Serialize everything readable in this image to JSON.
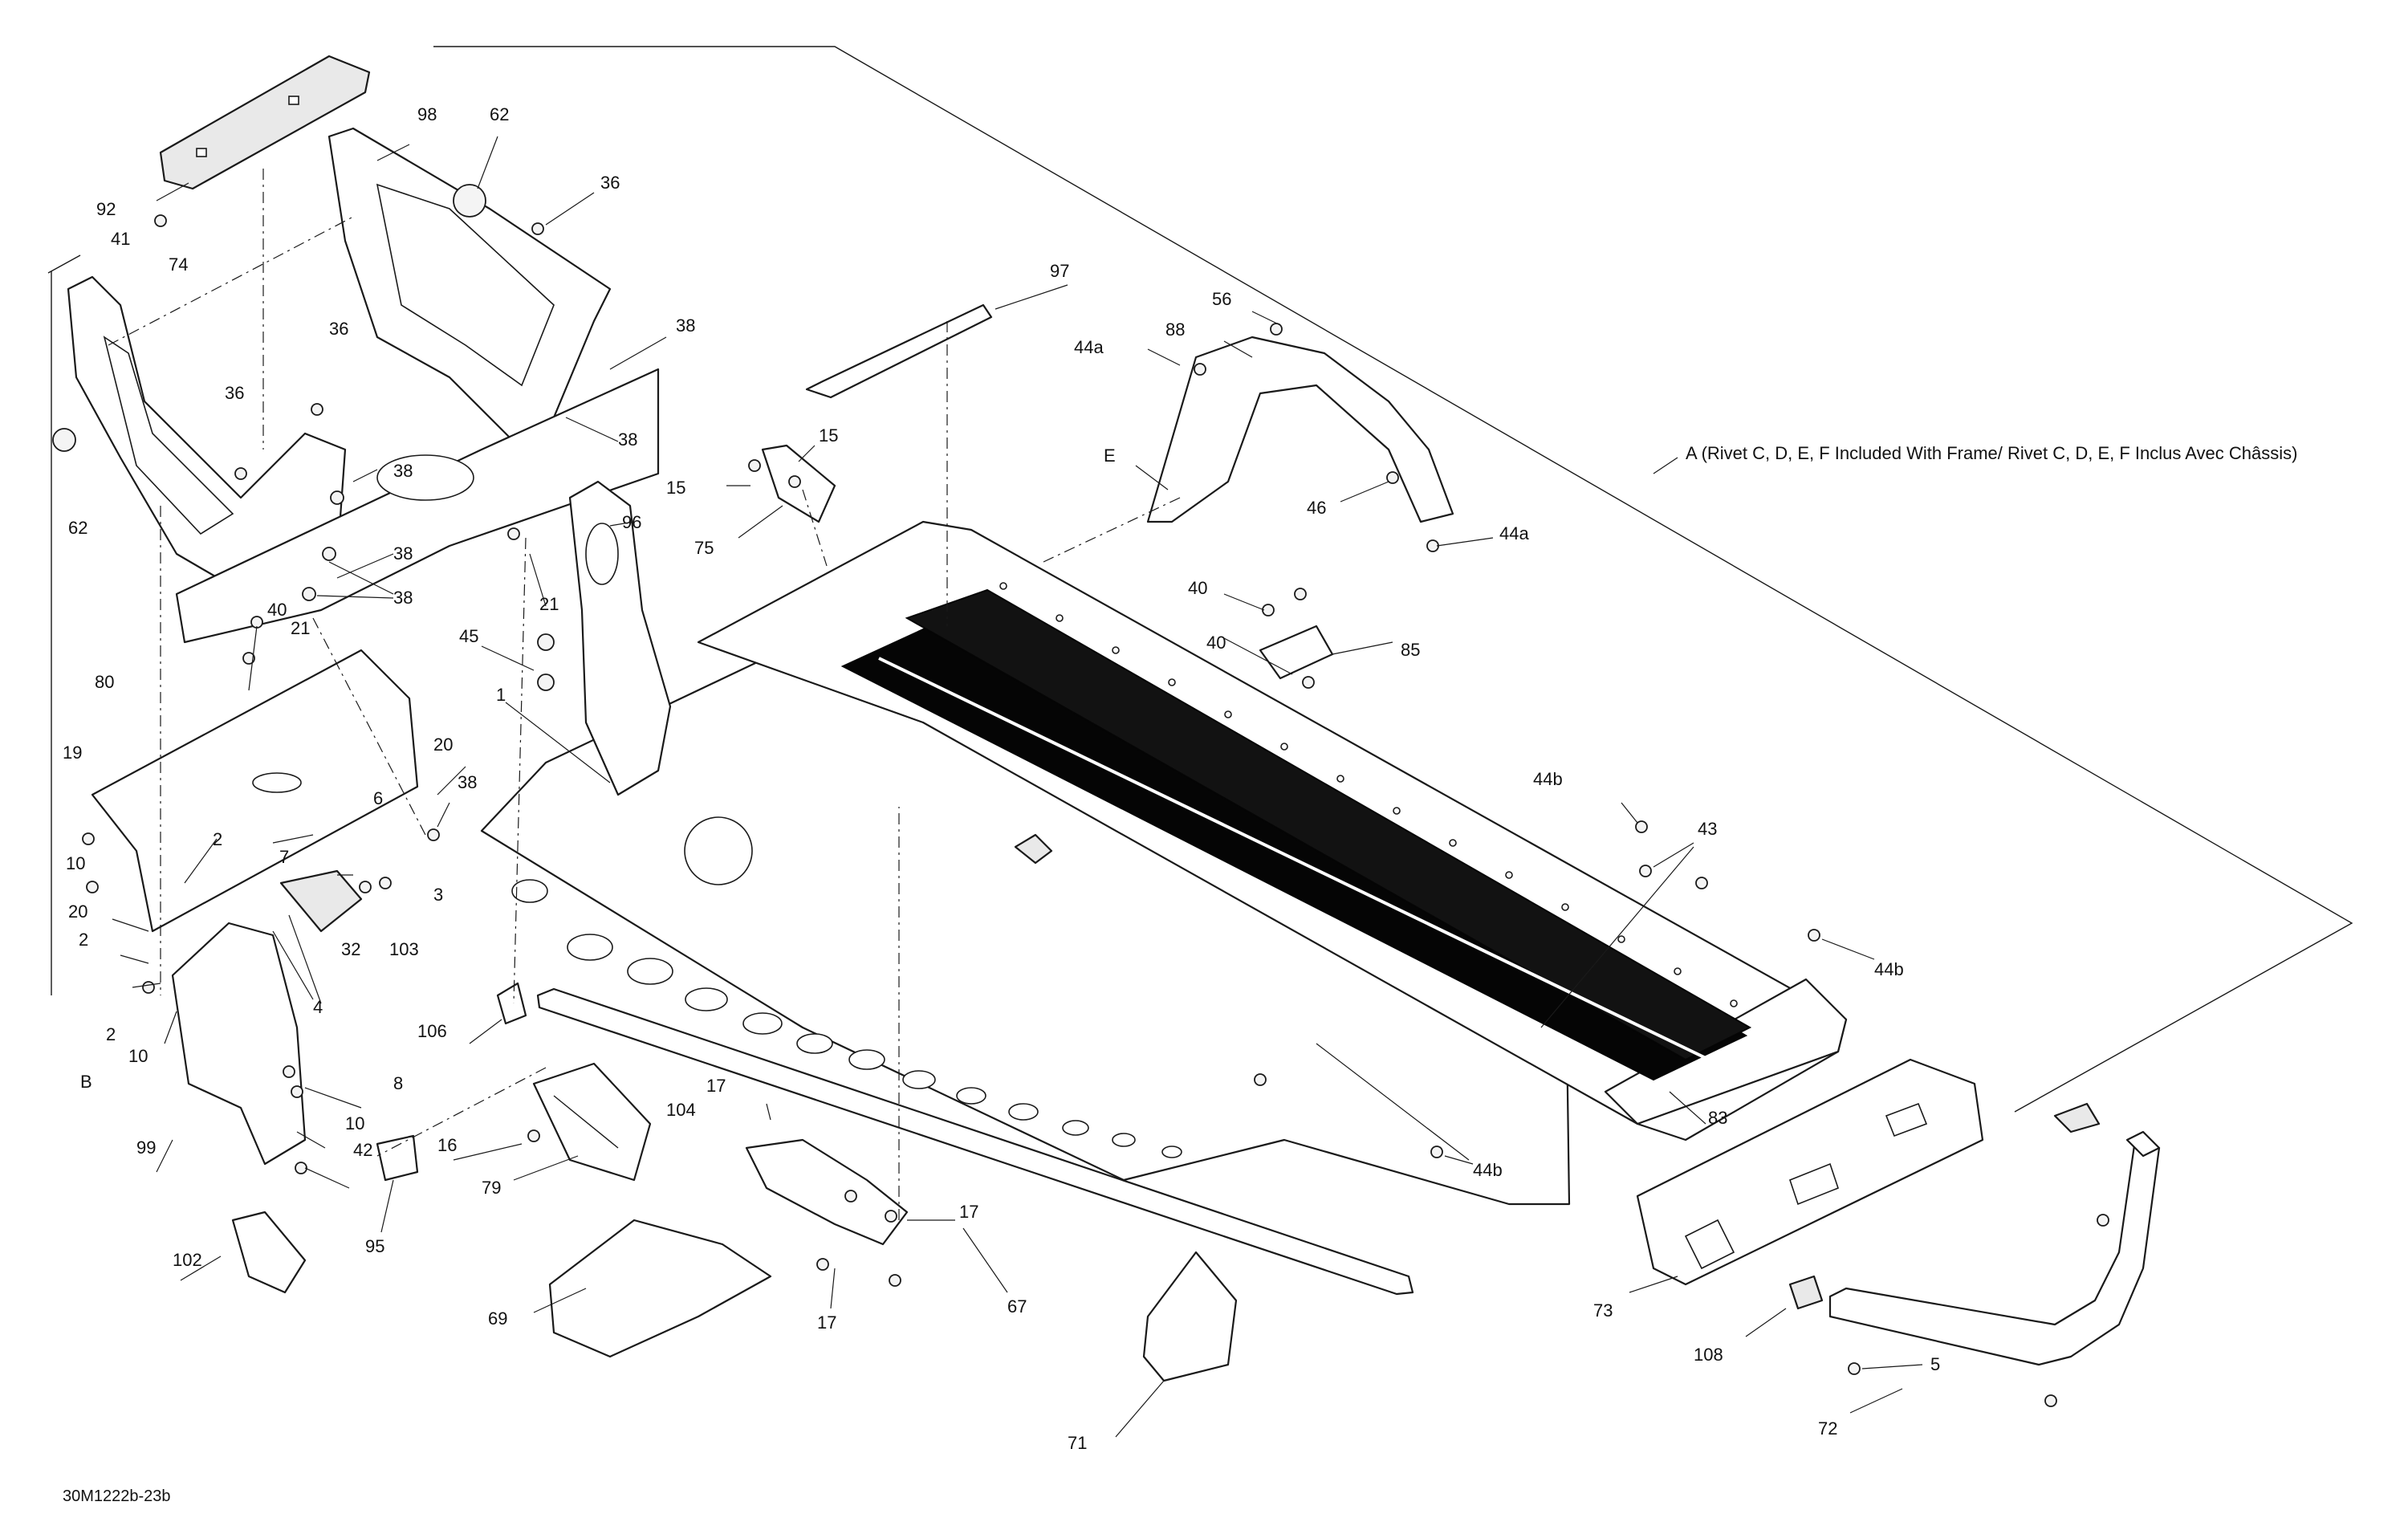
{
  "labels": {
    "p92": "92",
    "p41": "41",
    "p74": "74",
    "p98": "98",
    "p62a": "62",
    "p36a": "36",
    "p36b": "36",
    "p36c": "36",
    "p38a": "38",
    "p38b": "38",
    "p38c": "38",
    "p38d": "38",
    "p38e": "38",
    "p38f": "38",
    "p62b": "62",
    "p40a": "40",
    "p21a": "21",
    "p21b": "21",
    "p96": "96",
    "p45": "45",
    "p1": "1",
    "p80": "80",
    "p19": "19",
    "p20a": "20",
    "p20b": "20",
    "p10a": "10",
    "p10b": "10",
    "p10c": "10",
    "p2a": "2",
    "p2b": "2",
    "p2c": "2",
    "p7": "7",
    "p6": "6",
    "p3": "3",
    "p32": "32",
    "p103": "103",
    "p4": "4",
    "pB": "B",
    "p99": "99",
    "p8": "8",
    "p42": "42",
    "p95": "95",
    "p102": "102",
    "p16": "16",
    "p79": "79",
    "p106": "106",
    "p104": "104",
    "p17a": "17",
    "p17b": "17",
    "p17c": "17",
    "p67": "67",
    "p69": "69",
    "p71": "71",
    "p97": "97",
    "p15a": "15",
    "p15b": "15",
    "p75": "75",
    "p56": "56",
    "p88": "88",
    "p44a1": "44a",
    "p44a2": "44a",
    "pE": "E",
    "p46": "46",
    "p40b": "40",
    "p40c": "40",
    "p85": "85",
    "p44b1": "44b",
    "p44b2": "44b",
    "p44b3": "44b",
    "p43": "43",
    "p83": "83",
    "p73": "73",
    "p108": "108",
    "p5": "5",
    "p72": "72"
  },
  "note_a": "A (Rivet C, D, E, F Included With Frame/ Rivet C, D, E, F Inclus Avec Châssis)",
  "drawing_code": "30M1222b-23b"
}
